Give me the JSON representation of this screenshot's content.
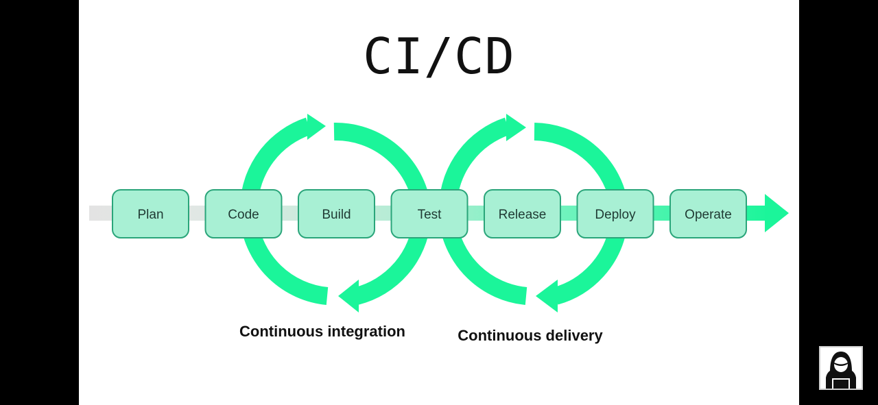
{
  "title": "CI/CD",
  "stages": [
    "Plan",
    "Code",
    "Build",
    "Test",
    "Release",
    "Deploy",
    "Operate"
  ],
  "loops": {
    "ci": "Continuous integration",
    "cd": "Continuous delivery"
  },
  "colors": {
    "accent": "#1bf59a",
    "box_fill": "#a8f0d4",
    "box_stroke": "#2aa57a",
    "track_gray": "#e3e3e3"
  },
  "avatar_icon": "hooded-hacker-icon"
}
